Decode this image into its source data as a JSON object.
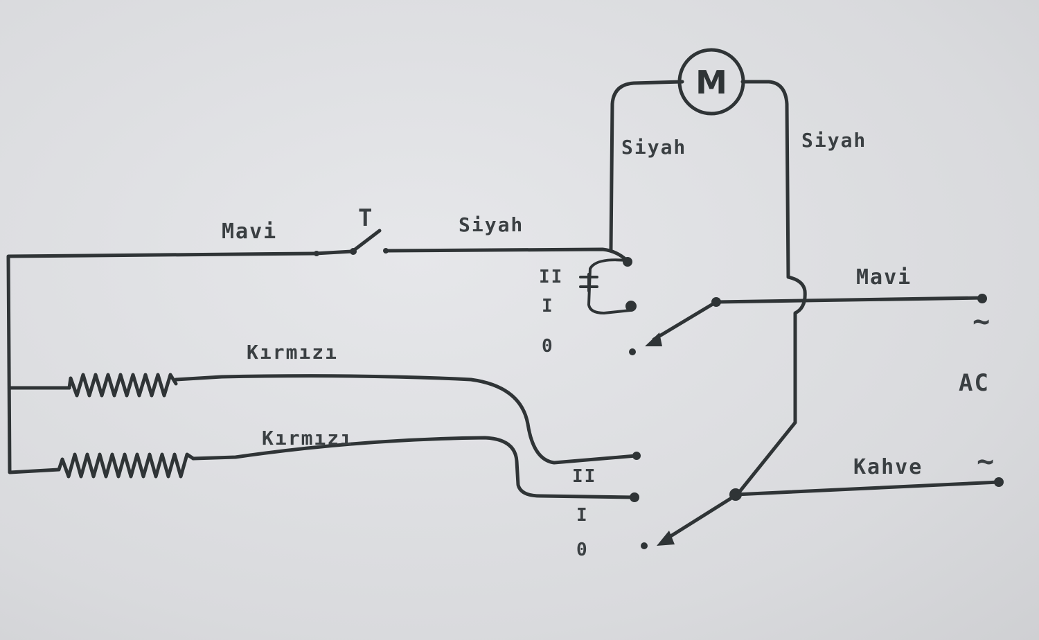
{
  "diagram": {
    "motor": {
      "symbol": "M"
    },
    "thermostat": {
      "symbol": "T"
    },
    "wire_labels": {
      "mavi_top": "Mavi",
      "siyah_mid": "Siyah",
      "siyah_left": "Siyah",
      "siyah_right": "Siyah",
      "mavi_right": "Mavi",
      "kirmizi_1": "Kırmızı",
      "kirmizi_2": "Kırmızı",
      "kahve": "Kahve"
    },
    "supply": {
      "label": "AC",
      "tilde_top": "~",
      "tilde_bottom": "~"
    },
    "switch_upper": {
      "positions": [
        "II",
        "I",
        "0"
      ]
    },
    "switch_lower": {
      "positions": [
        "II",
        "I",
        "0"
      ]
    }
  },
  "colors": {
    "ink": "#2f3436",
    "paper": "#e2e3e6"
  }
}
